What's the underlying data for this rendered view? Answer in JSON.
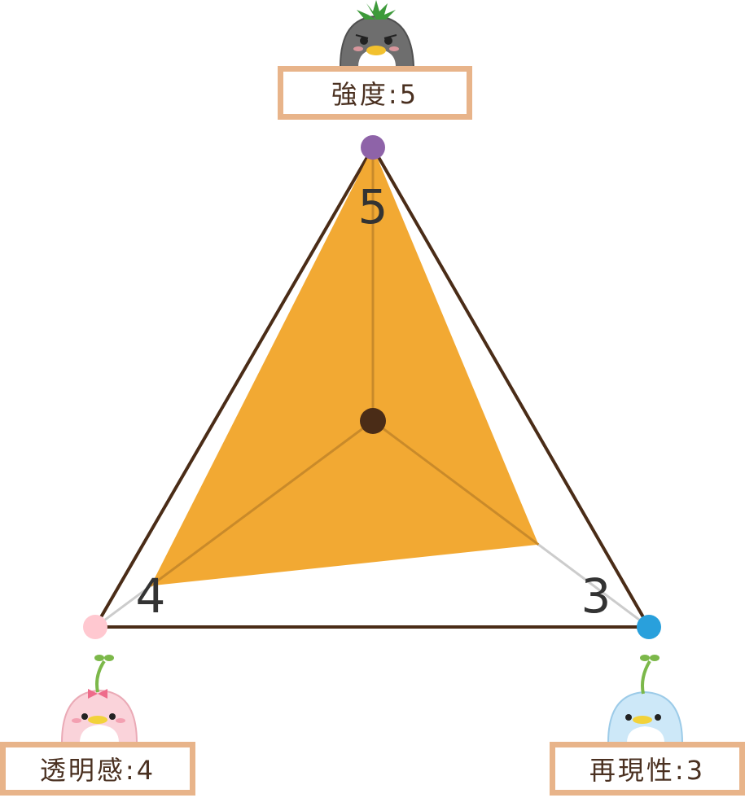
{
  "chart_data": {
    "type": "radar",
    "max": 5,
    "axes": [
      {
        "name": "強度",
        "value": 5,
        "display": "強度:5",
        "color": "#8e63a8"
      },
      {
        "name": "透明感",
        "value": 4,
        "display": "透明感:4",
        "color": "#ffc8d0"
      },
      {
        "name": "再現性",
        "value": 3,
        "display": "再現性:3",
        "color": "#29a0dc"
      }
    ],
    "value_labels": [
      "5",
      "4",
      "3"
    ],
    "fill_color": "#f2a933",
    "outline_color": "#4a2c17",
    "center_color": "#4a2c17",
    "spoke_color": "#cccccc"
  },
  "mascots": [
    {
      "name": "gray-penguin-with-leaves",
      "position": "top"
    },
    {
      "name": "pink-penguin-with-sprout",
      "position": "bottom-left"
    },
    {
      "name": "blue-penguin-with-sprout",
      "position": "bottom-right"
    }
  ]
}
